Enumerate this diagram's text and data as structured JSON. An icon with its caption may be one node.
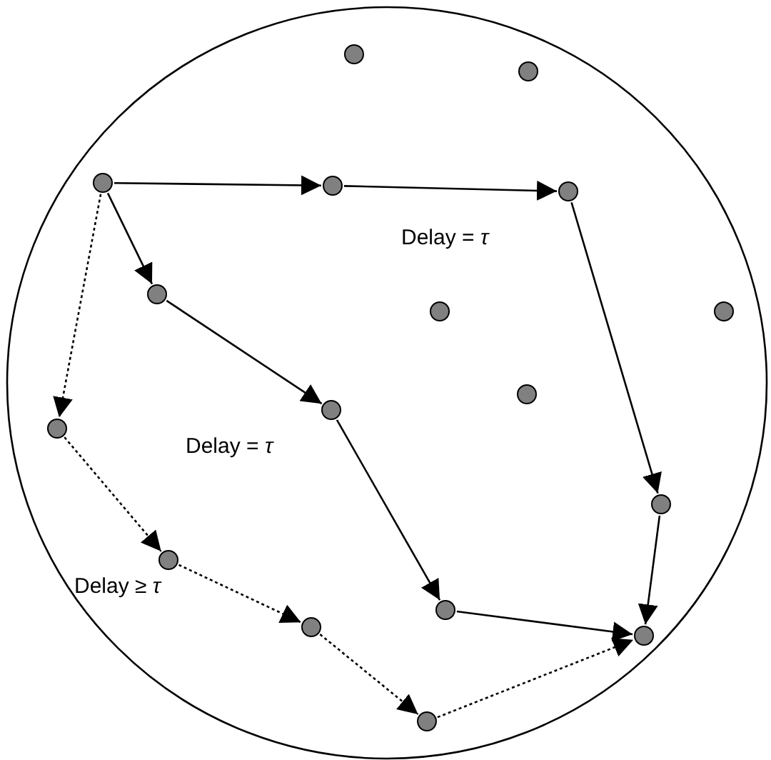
{
  "diagram": {
    "nodes": [
      {
        "text": [],
        "shape": "circle"
      },
      {
        "text": [],
        "shape": "circle",
        "in": 0
      },
      {
        "text": [],
        "shape": "circle",
        "in": 0
      },
      {
        "text": [],
        "shape": "circle",
        "in": 0
      },
      {
        "text": [],
        "shape": "circle",
        "in": 0
      },
      {
        "text": [],
        "shape": "circle",
        "in": 0
      },
      {
        "text": [],
        "shape": "circle",
        "in": 0
      },
      {
        "text": [],
        "shape": "circle",
        "in": 0
      },
      {
        "text": [],
        "shape": "circle",
        "in": 0
      },
      {
        "text": [],
        "shape": "circle",
        "in": 0
      },
      {
        "text": [],
        "shape": "circle",
        "in": 0
      },
      {
        "text": [],
        "shape": "circle",
        "in": 0
      },
      {
        "text": [],
        "shape": "circle",
        "in": 0
      },
      {
        "text": [],
        "shape": "circle",
        "in": 0
      },
      {
        "text": [],
        "shape": "circle",
        "in": 0
      },
      {
        "text": [],
        "shape": "circle",
        "in": 0
      },
      {
        "text": [],
        "shape": "circle",
        "in": 0
      },
      {
        "text": [],
        "shape": "circle",
        "in": 0
      }
    ],
    "edges": [
      {
        "from": 3,
        "to": 4,
        "arrow": "to"
      },
      {
        "from": 4,
        "to": 5,
        "arrow": "to"
      },
      {
        "from": 5,
        "to": 12,
        "arrow": "to"
      },
      {
        "from": 12,
        "to": 16,
        "arrow": "to"
      },
      {
        "from": 3,
        "to": 6,
        "arrow": "to"
      },
      {
        "from": 6,
        "to": 10,
        "arrow": "to"
      },
      {
        "from": 10,
        "to": 14,
        "arrow": "to"
      },
      {
        "from": 14,
        "to": 16,
        "arrow": "to"
      },
      {
        "from": 3,
        "to": 9,
        "arrow": "to",
        "style": "dashed"
      },
      {
        "from": 9,
        "to": 13,
        "arrow": "to",
        "style": "dashed"
      },
      {
        "from": 13,
        "to": 15,
        "arrow": "to",
        "style": "dashed"
      },
      {
        "from": 15,
        "to": 17,
        "arrow": "to",
        "style": "dashed"
      },
      {
        "from": 17,
        "to": 16,
        "arrow": "to",
        "style": "dashed"
      }
    ],
    "labels": [
      "Delay = *τ*",
      "Delay = *τ*",
      "Delay ≥ *τ*"
    ]
  }
}
